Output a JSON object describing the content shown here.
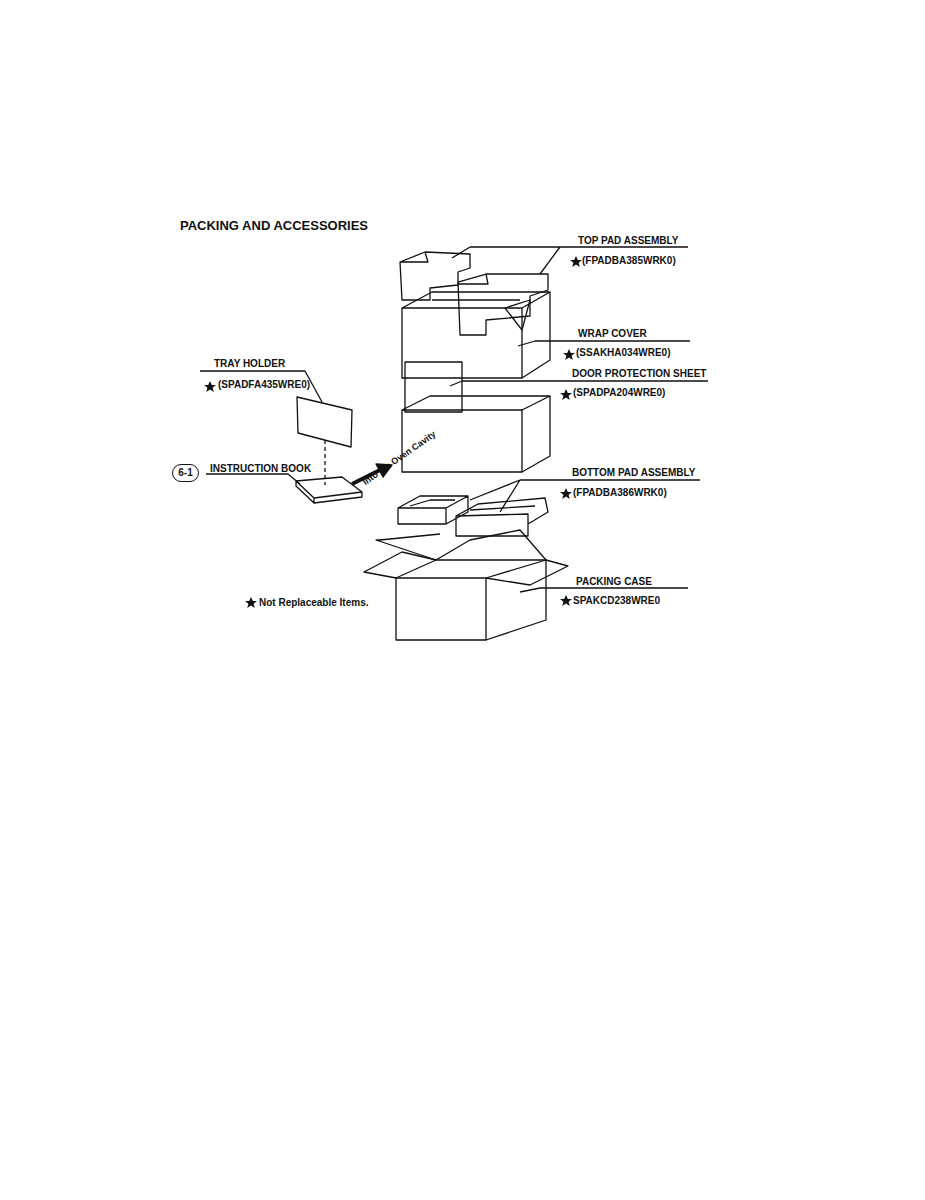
{
  "diagram": {
    "title": "PACKING AND ACCESSORIES",
    "nodes": [
      {
        "text": [
          "6-1"
        ]
      }
    ],
    "labels": [
      "TOP PAD ASSEMBLY",
      "(FPADBA385WRK0)",
      "WRAP COVER",
      "(SSAKHA034WRE0)",
      "DOOR PROTECTION SHEET",
      "(SPADPA204WRE0)",
      "TRAY HOLDER",
      "(SPADFA435WRE0)",
      "INSTRUCTION BOOK",
      "Into the Oven Cavity",
      "BOTTOM PAD ASSEMBLY",
      "(FPADBA386WRK0)",
      "PACKING CASE",
      "SPAKCD238WRE0",
      "Not Replaceable Items."
    ]
  }
}
